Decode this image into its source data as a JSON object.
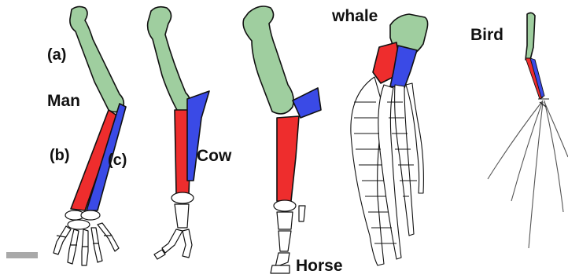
{
  "labels": {
    "part_a": "(a)",
    "part_b": "(b)",
    "part_c": "(c)",
    "man": "Man",
    "cow": "Cow",
    "horse": "Horse",
    "whale": "whale",
    "bird": "Bird"
  },
  "colors": {
    "humerus": "#9fce9f",
    "radius": "#ee2d2d",
    "ulna": "#3a4ae6",
    "outline": "#111111",
    "scale_bar": "#a9a9a9"
  }
}
